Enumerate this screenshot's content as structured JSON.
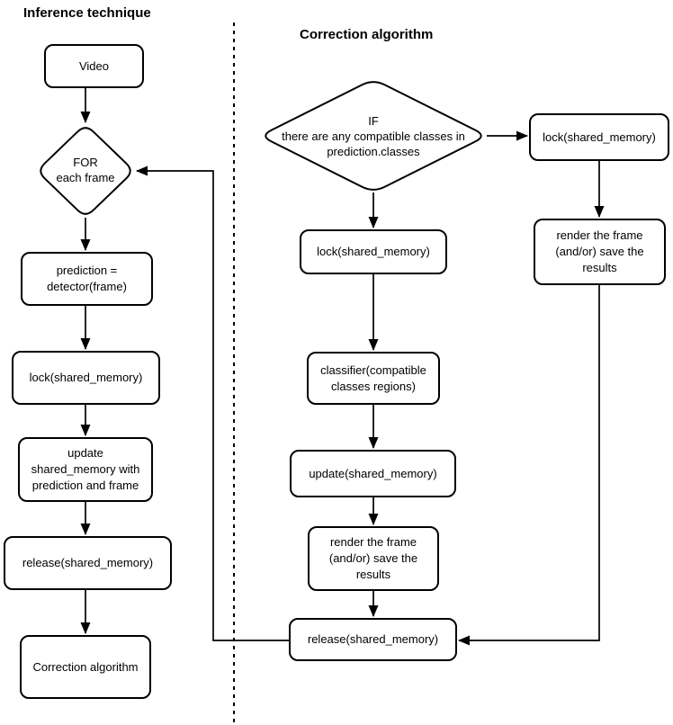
{
  "colors": {
    "ink": "#000000",
    "paper": "#ffffff"
  },
  "left": {
    "heading": "Inference technique",
    "nodes": {
      "video": "Video",
      "for_each_frame": "FOR\neach frame",
      "prediction": "prediction =\ndetector(frame)",
      "lock": "lock(shared_memory)",
      "update": "update\nshared_memory with\nprediction and frame",
      "release": "release(shared_memory)",
      "correction": "Correction algorithm"
    }
  },
  "right": {
    "heading": "Correction algorithm",
    "nodes": {
      "if_condition": "IF\nthere are any compatible classes in\nprediction.classes",
      "lock": "lock(shared_memory)",
      "classifier": "classifier(compatible\nclasses regions)",
      "update": "update(shared_memory)",
      "render": "render the frame\n(and/or) save the\nresults",
      "release": "release(shared_memory)",
      "lock_branch": "lock(shared_memory)",
      "render_branch": "render the frame\n(and/or) save the\nresults"
    }
  }
}
